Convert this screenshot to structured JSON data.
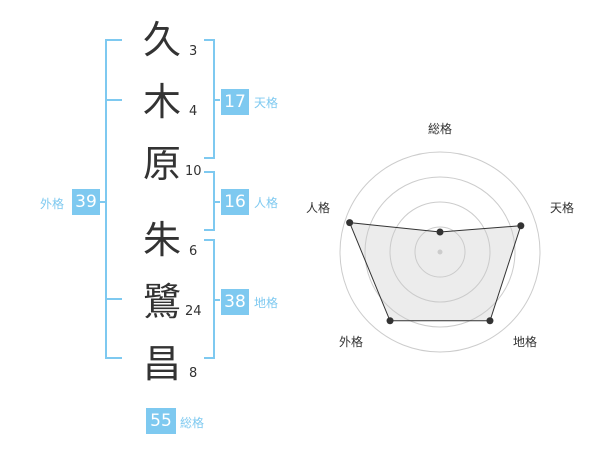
{
  "name": {
    "chars": [
      {
        "char": "久",
        "strokes": "3"
      },
      {
        "char": "木",
        "strokes": "4"
      },
      {
        "char": "原",
        "strokes": "10"
      },
      {
        "char": "朱",
        "strokes": "6"
      },
      {
        "char": "鷺",
        "strokes": "24"
      },
      {
        "char": "昌",
        "strokes": "8"
      }
    ]
  },
  "fortunes": {
    "tenkaku": {
      "value": "17",
      "label": "天格"
    },
    "jinkaku": {
      "value": "16",
      "label": "人格"
    },
    "chikaku": {
      "value": "38",
      "label": "地格"
    },
    "gaikaku": {
      "value": "39",
      "label": "外格"
    },
    "soukaku": {
      "value": "55",
      "label": "総格"
    }
  },
  "colors": {
    "accent": "#7ec9f0",
    "text": "#333333",
    "grid": "#cccccc"
  },
  "chart_data": {
    "type": "radar",
    "axes": [
      "総格",
      "天格",
      "地格",
      "外格",
      "人格"
    ],
    "values": [
      0.2,
      0.85,
      0.85,
      0.85,
      0.95
    ],
    "range": [
      0,
      1
    ],
    "rings": 4
  }
}
